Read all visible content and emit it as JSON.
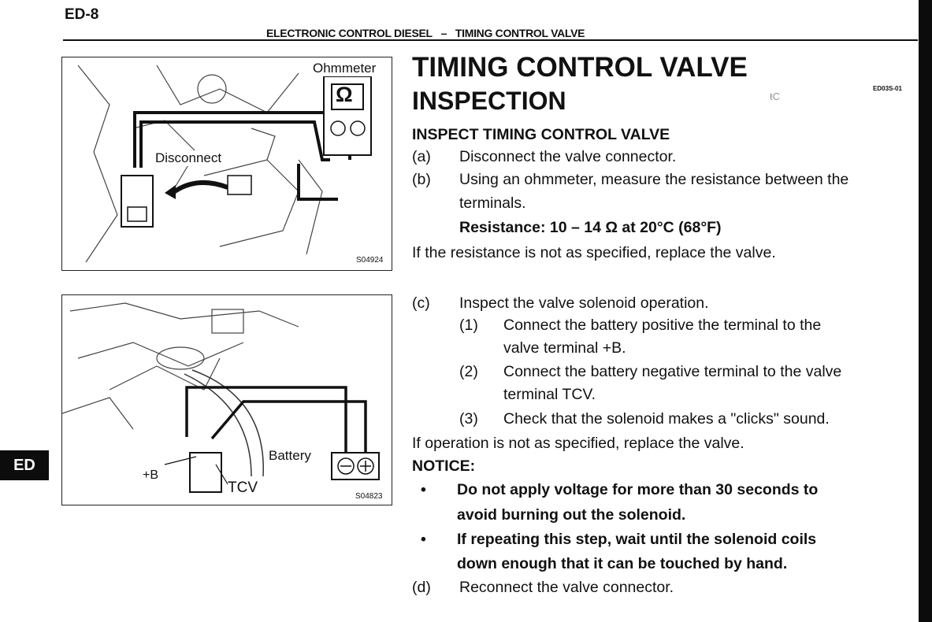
{
  "page_number": "ED-8",
  "header": {
    "left": "ELECTRONIC CONTROL DIESEL",
    "sep": "–",
    "right": "TIMING CONTROL VALVE"
  },
  "side_tab": "ED",
  "code": "ED03S-01",
  "title_line1": "TIMING CONTROL VALVE",
  "title_line2": "INSPECTION",
  "section": "INSPECT TIMING CONTROL VALVE",
  "steps": {
    "a_label": "(a)",
    "a": "Disconnect the valve connector.",
    "b_label": "(b)",
    "b1": "Using an ohmmeter, measure the resistance between the",
    "b2": "terminals.",
    "resistance": "Resistance: 10 – 14 Ω at 20°C (68°F)",
    "b_note": "If the resistance is not as specified, replace the valve.",
    "c_label": "(c)",
    "c": "Inspect the valve solenoid operation.",
    "c1_label": "(1)",
    "c1a": "Connect the battery positive the terminal to the",
    "c1b": "valve terminal +B.",
    "c2_label": "(2)",
    "c2a": "Connect the battery negative terminal to the valve",
    "c2b": "terminal TCV.",
    "c3_label": "(3)",
    "c3": "Check that the solenoid makes a \"clicks\" sound.",
    "c_note": "If operation is not as specified, replace the valve.",
    "notice": "NOTICE:",
    "n1a": "Do not apply voltage for more than 30 seconds to",
    "n1b": "avoid burning out the solenoid.",
    "n2a": "If repeating this step, wait until the solenoid coils",
    "n2b": "down enough that it can be touched by hand.",
    "d_label": "(d)",
    "d": "Reconnect the valve connector."
  },
  "figure1": {
    "ohmmeter": "Ohmmeter",
    "omega": "Ω",
    "disconnect": "Disconnect",
    "id": "S04924"
  },
  "figure2": {
    "battery": "Battery",
    "plus_b": "+B",
    "tcv": "TCV",
    "id": "S04823"
  }
}
